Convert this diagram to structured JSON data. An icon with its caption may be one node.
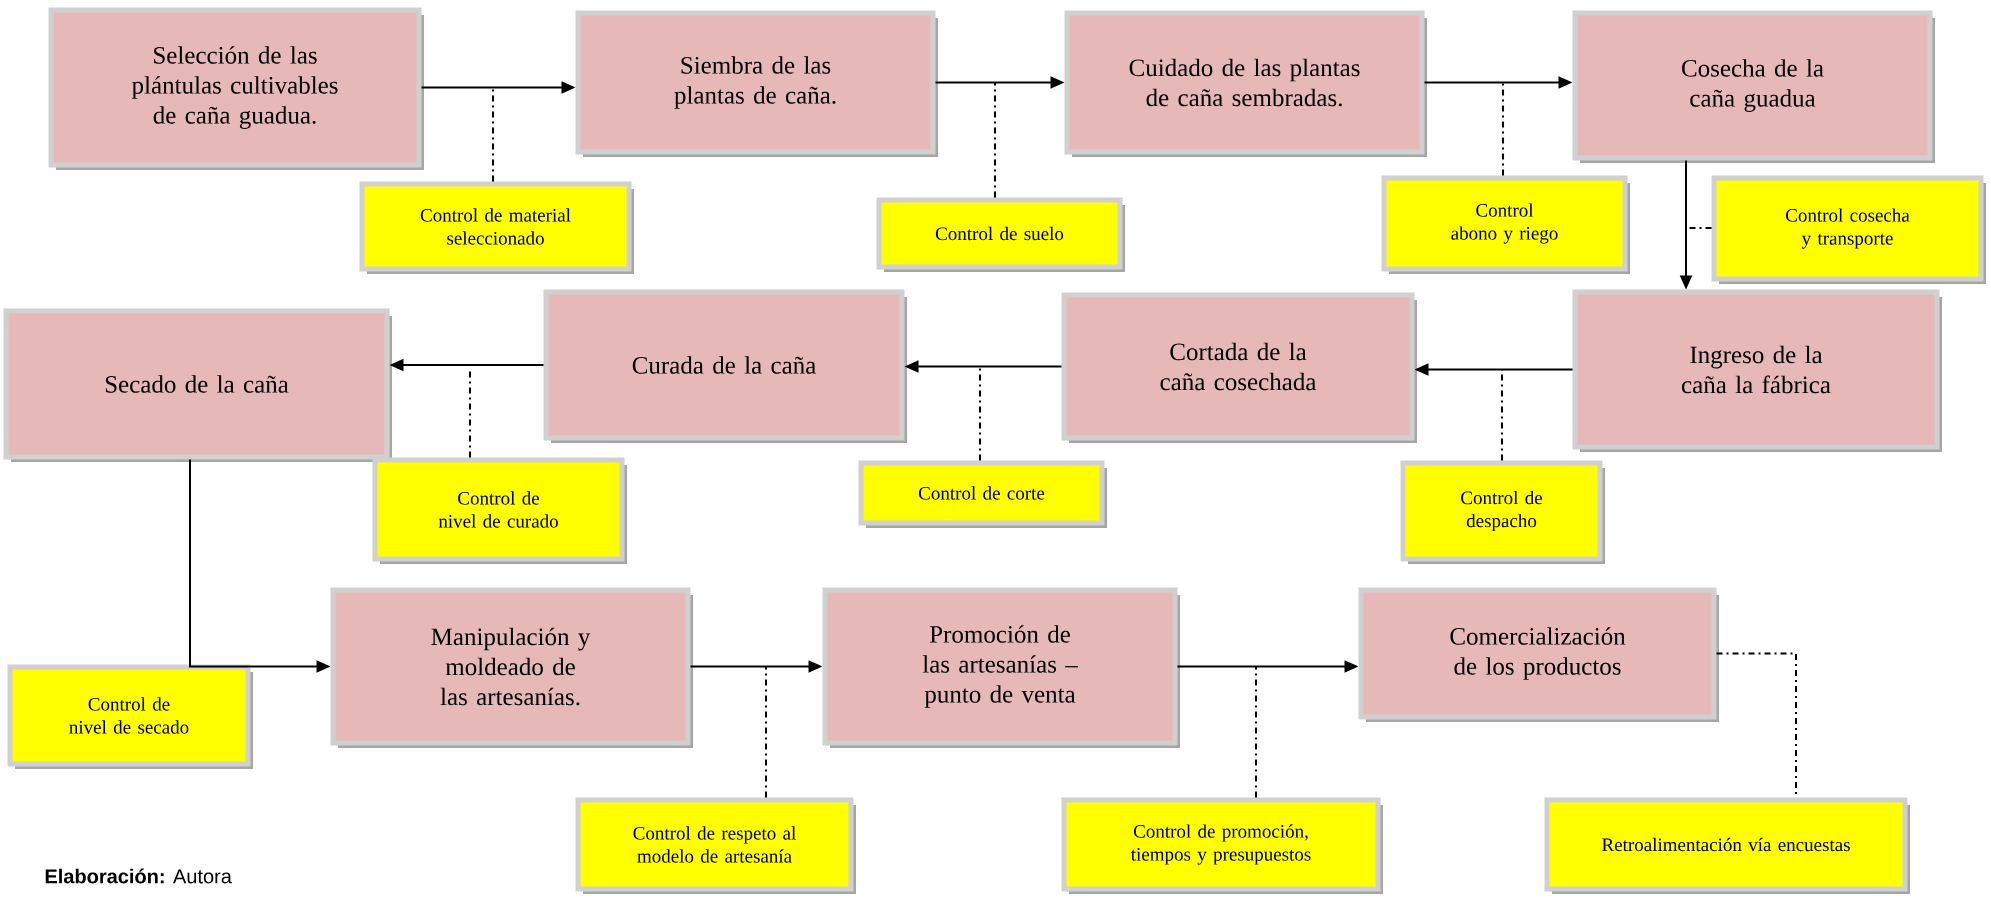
{
  "diagram": {
    "nodes": [
      {
        "text": [
          "Selección de las plántulas cultivables de caña guadua."
        ]
      },
      {
        "text": [
          "Siembra de las plantas de caña."
        ]
      },
      {
        "text": [
          "Cuidado de las plantas de caña sembradas."
        ]
      },
      {
        "text": [
          "Cosecha de la caña guadua"
        ]
      },
      {
        "text": [
          "Control de material seleccionado"
        ]
      },
      {
        "text": [
          "Control de suelo"
        ]
      },
      {
        "text": [
          "Control abono y riego"
        ]
      },
      {
        "text": [
          "Control cosecha y transporte"
        ]
      },
      {
        "text": [
          "Ingreso de la caña la fábrica"
        ]
      },
      {
        "text": [
          "Cortada de la caña cosechada"
        ]
      },
      {
        "text": [
          "Curada de la caña"
        ]
      },
      {
        "text": [
          "Secado de la caña"
        ]
      },
      {
        "text": [
          "Control de despacho"
        ]
      },
      {
        "text": [
          "Control de corte"
        ]
      },
      {
        "text": [
          "Control de nivel de curado"
        ]
      },
      {
        "text": [
          "Manipulación y moldeado de las artesanías."
        ]
      },
      {
        "text": [
          "Promoción de las artesanías – punto de venta"
        ]
      },
      {
        "text": [
          "Comercialización de los productos"
        ]
      },
      {
        "text": [
          "Control de nivel de secado"
        ]
      },
      {
        "text": [
          "Control de respeto al modelo de artesanía"
        ]
      },
      {
        "text": [
          "Control de promoción, tiempos y presupuestos"
        ]
      },
      {
        "text": [
          "Retroalimentación vía encuestas"
        ]
      }
    ],
    "edges": [
      {
        "from": 0,
        "to": 1,
        "arrow": "to"
      },
      {
        "from": 1,
        "to": 2,
        "arrow": "to"
      },
      {
        "from": 2,
        "to": 3,
        "arrow": "to"
      },
      {
        "from": 3,
        "to": 8,
        "arrow": "to"
      },
      {
        "from": 8,
        "to": 9,
        "arrow": "to"
      },
      {
        "from": 9,
        "to": 10,
        "arrow": "to"
      },
      {
        "from": 10,
        "to": 11,
        "arrow": "to"
      },
      {
        "from": 11,
        "to": 15,
        "arrow": "to"
      },
      {
        "from": 15,
        "to": 16,
        "arrow": "to"
      },
      {
        "from": 16,
        "to": 17,
        "arrow": "to"
      },
      {
        "from": 4,
        "to": null,
        "arrow": "none",
        "style": "dashed"
      },
      {
        "from": 5,
        "to": null,
        "arrow": "none",
        "style": "dashed"
      },
      {
        "from": 6,
        "to": null,
        "arrow": "none",
        "style": "dashed"
      },
      {
        "from": 7,
        "to": null,
        "arrow": "none",
        "style": "dashed"
      },
      {
        "from": 12,
        "to": null,
        "arrow": "none",
        "style": "dashed"
      },
      {
        "from": 13,
        "to": null,
        "arrow": "none",
        "style": "dashed"
      },
      {
        "from": 14,
        "to": null,
        "arrow": "none",
        "style": "dashed"
      },
      {
        "from": 19,
        "to": null,
        "arrow": "none",
        "style": "dashed"
      },
      {
        "from": 20,
        "to": null,
        "arrow": "none",
        "style": "dashed"
      },
      {
        "from": 17,
        "to": 21,
        "arrow": "none",
        "style": "dashed"
      }
    ],
    "labels": [
      "**Elaboración:** Autora"
    ]
  }
}
